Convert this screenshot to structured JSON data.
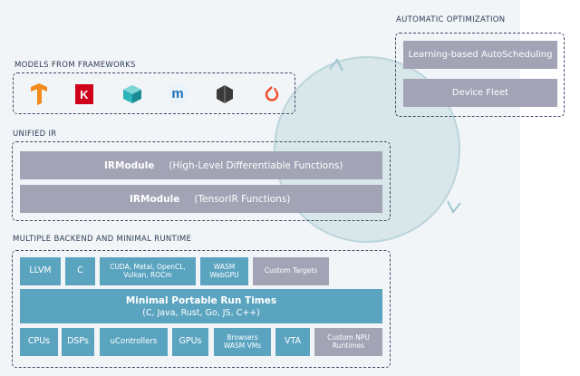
{
  "headings": {
    "auto_opt": "AUTOMATIC OPTIMIZATION",
    "models": "MODELS FROM FRAMEWORKS",
    "unified_ir": "UNIFIED IR",
    "backend": "MULTIPLE BACKEND AND MINIMAL RUNTIME"
  },
  "auto_opt": {
    "learning": "Learning-based AutoScheduling",
    "fleet": "Device Fleet"
  },
  "frameworks": [
    {
      "icon": "tensorflow-icon",
      "color": "#f28a1c"
    },
    {
      "icon": "keras-icon",
      "letter": "K",
      "color": "#d0021b"
    },
    {
      "icon": "mxnet-icon",
      "color": "#2bb5b9"
    },
    {
      "icon": "mindspore-icon",
      "letter": "m",
      "color": "#1f6fb4"
    },
    {
      "icon": "onnx-icon",
      "color": "#3a3a3a"
    },
    {
      "icon": "pytorch-icon",
      "color": "#ee4c2c"
    }
  ],
  "ir": {
    "high_name": "IRModule",
    "high_desc": "(High-Level Differentiable Functions)",
    "low_name": "IRModule",
    "low_desc": "(TensorIR Functions)"
  },
  "backend": {
    "targets": [
      "LLVM",
      "C",
      "CUDA, Metal, OpenCL,\nVulkan, ROCm",
      "WASM\nWebGPU"
    ],
    "custom_targets": "Custom Targets",
    "runtime_title": "Minimal Portable Run Times",
    "runtime_langs": "(C, Java, Rust, Go, JS, C++)",
    "devices": [
      "CPUs",
      "DSPs",
      "uControllers",
      "GPUs",
      "Browsers\nWASM VMs",
      "VTA"
    ],
    "custom_npu": "Custom NPU\nRuntimes"
  }
}
